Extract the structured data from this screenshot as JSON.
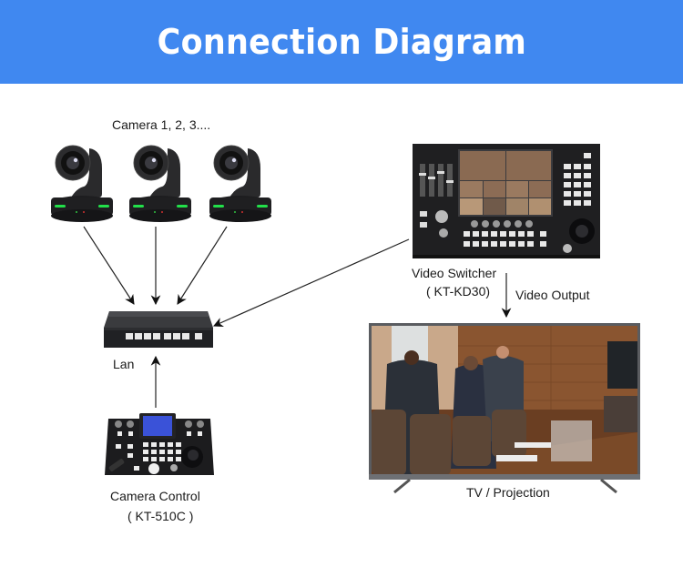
{
  "header": {
    "title": "Connection Diagram",
    "background_color": "#4088f0"
  },
  "nodes": {
    "cameras": {
      "label": "Camera 1, 2, 3....",
      "count": 3,
      "led_color": "#22e04a"
    },
    "lan": {
      "label": "Lan",
      "ports": 8
    },
    "camera_control": {
      "label": "Camera Control",
      "model": "( KT-510C )"
    },
    "video_switcher": {
      "label": "Video Switcher",
      "model": "( KT-KD30)"
    },
    "tv": {
      "label": "TV / Projection"
    }
  },
  "edges": [
    {
      "from": "camera-1",
      "to": "lan"
    },
    {
      "from": "camera-2",
      "to": "lan"
    },
    {
      "from": "camera-3",
      "to": "lan"
    },
    {
      "from": "video_switcher",
      "to": "lan"
    },
    {
      "from": "camera_control",
      "to": "lan"
    },
    {
      "from": "video_switcher",
      "to": "tv",
      "label": "Video Output"
    }
  ]
}
